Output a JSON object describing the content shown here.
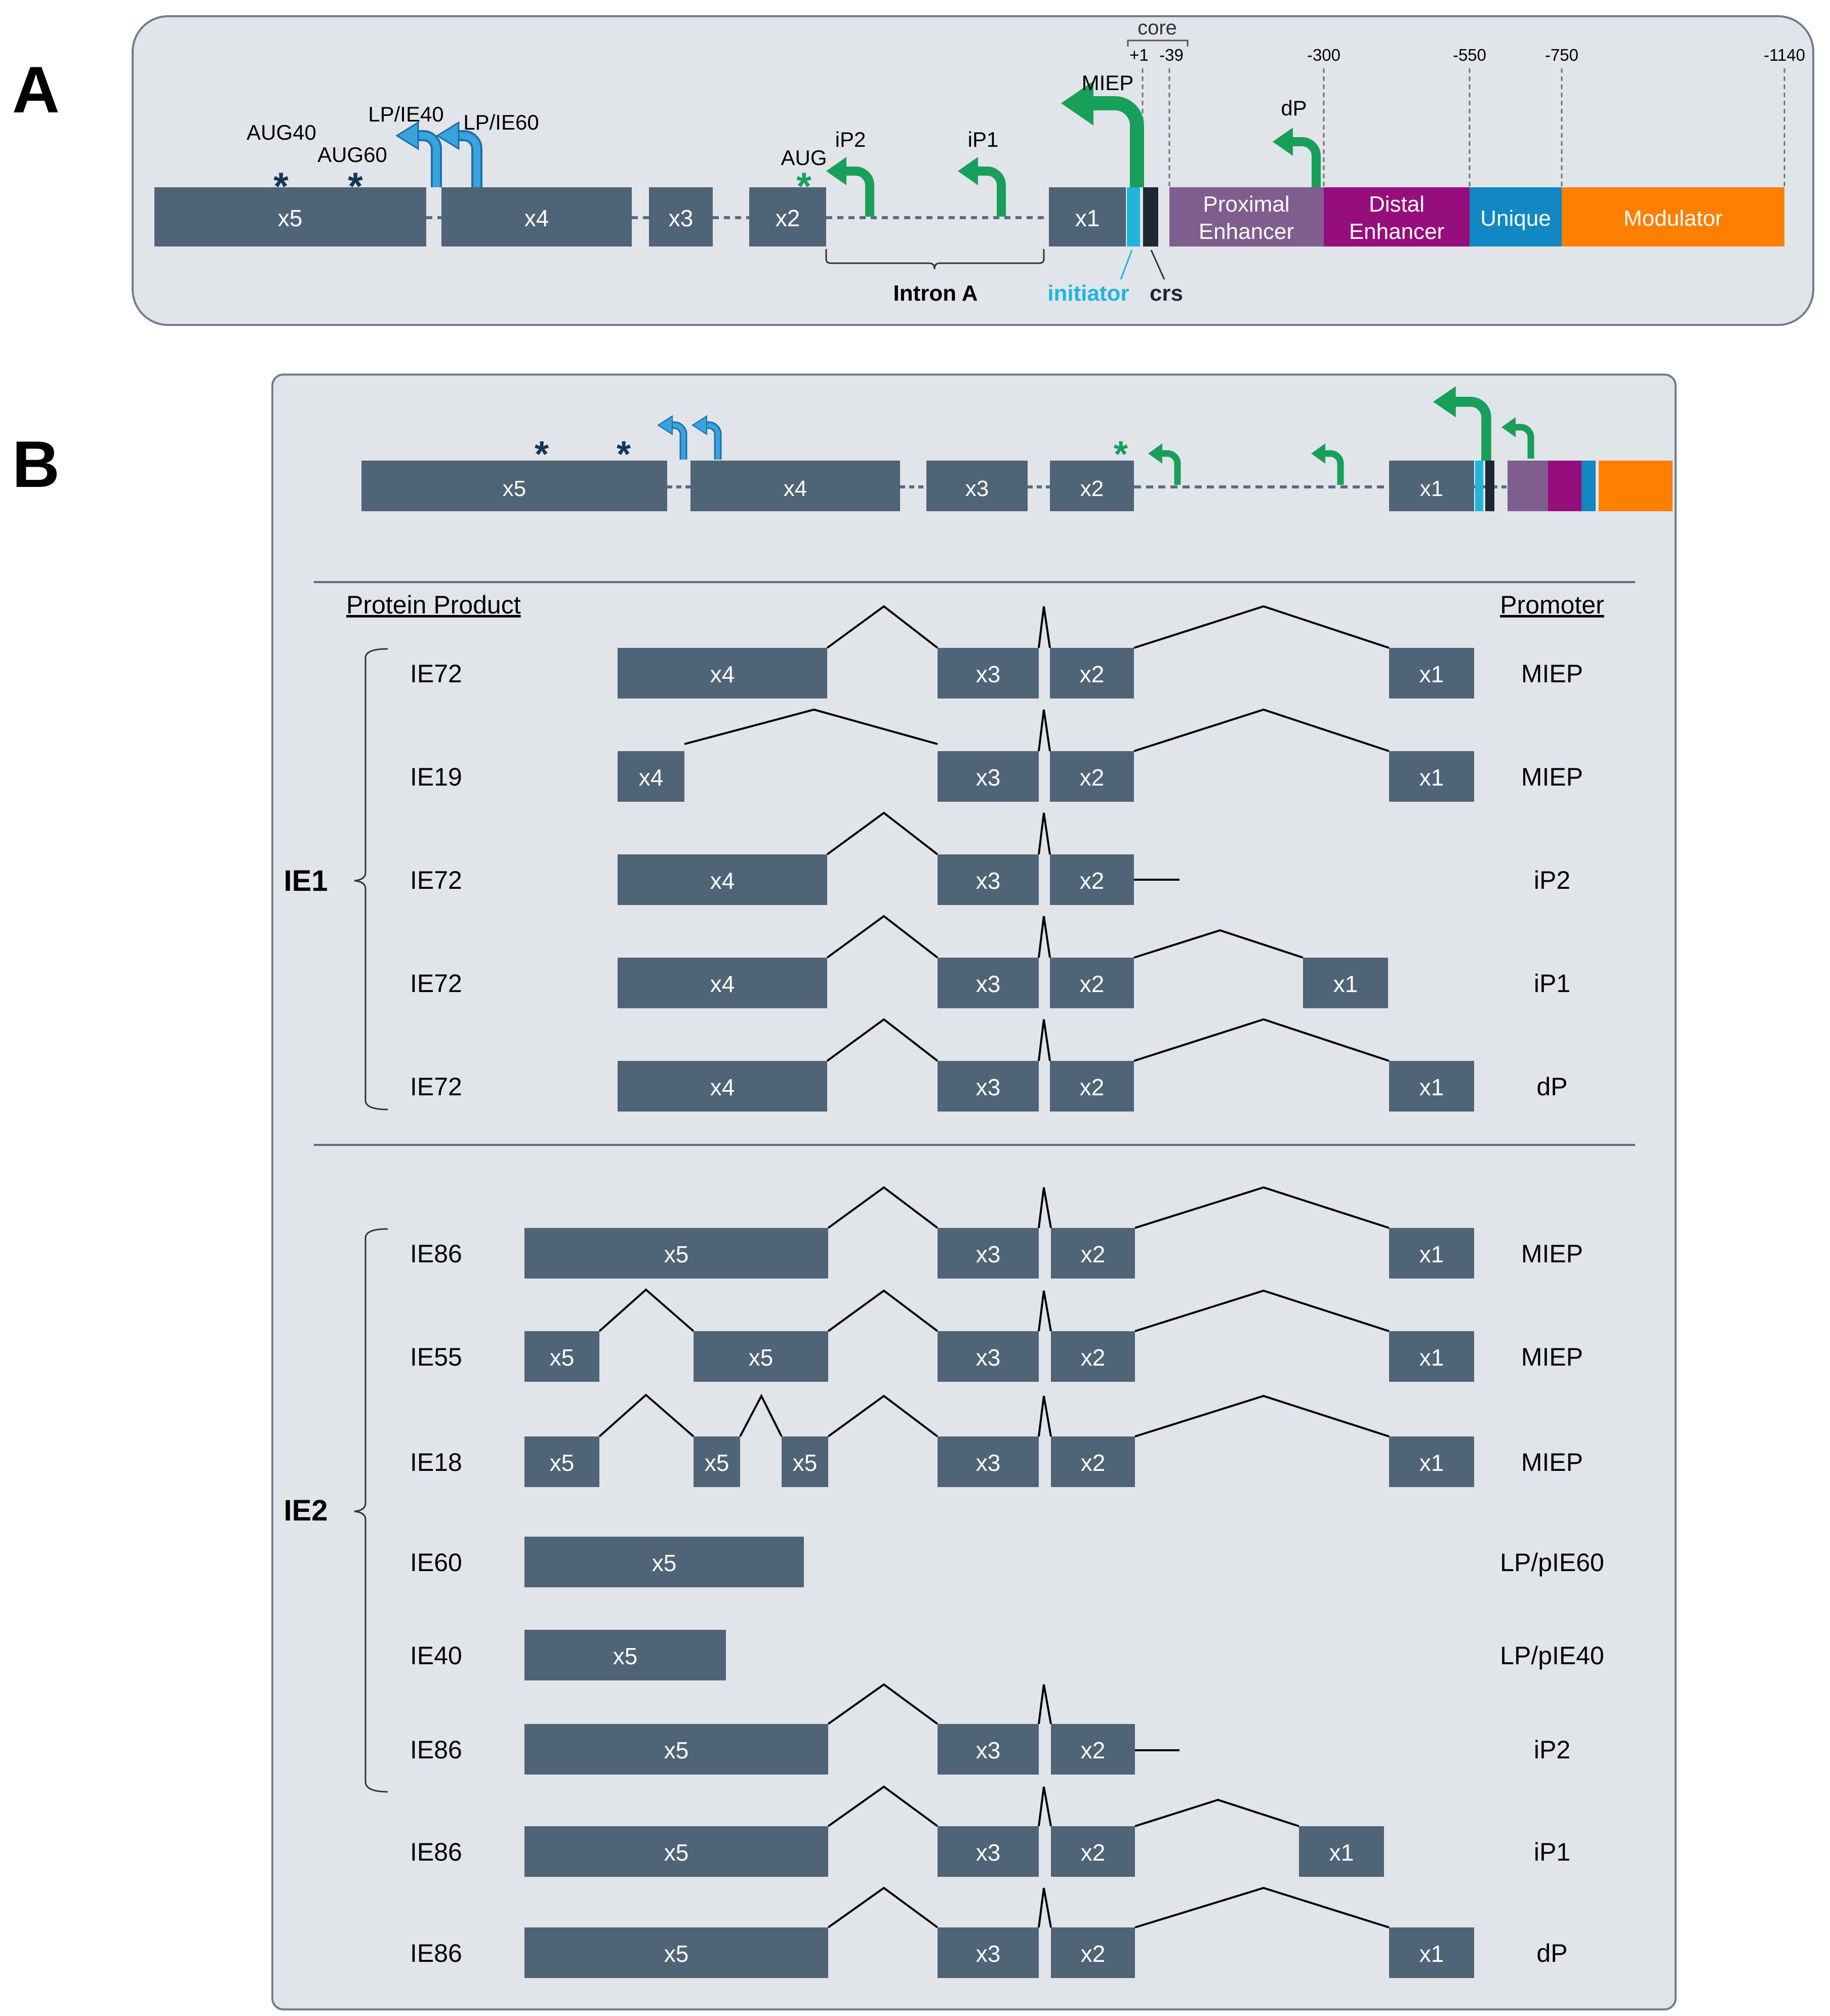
{
  "panel_a": {
    "label": "A",
    "exons": [
      {
        "name": "exon-x5",
        "label": "x5"
      },
      {
        "name": "exon-x4",
        "label": "x4"
      },
      {
        "name": "exon-x3",
        "label": "x3"
      },
      {
        "name": "exon-x2",
        "label": "x2"
      },
      {
        "name": "exon-x1",
        "label": "x1"
      }
    ],
    "regions": [
      {
        "name": "proximal-enhancer",
        "line1": "Proximal",
        "line2": "Enhancer",
        "color": "#7f5d8e"
      },
      {
        "name": "distal-enhancer",
        "line1": "Distal",
        "line2": "Enhancer",
        "color": "#960d7c"
      },
      {
        "name": "unique",
        "line1": "Unique",
        "line2": "",
        "color": "#1188c4"
      },
      {
        "name": "modulator",
        "line1": "Modulator",
        "line2": "",
        "color": "#ff8000"
      }
    ],
    "positions": [
      "+1",
      "-39",
      "-300",
      "-550",
      "-750",
      "-1140"
    ],
    "core_label": "core",
    "promoters": {
      "miep": "MIEP",
      "dp": "dP",
      "ip1": "iP1",
      "ip2": "iP2",
      "lp40": "LP/IE40",
      "lp60": "LP/IE60"
    },
    "aug": {
      "aug40": "AUG40",
      "aug60": "AUG60",
      "aug": "AUG"
    },
    "intron_label": "Intron A",
    "initiator_label": "initiator",
    "crs_label": "crs"
  },
  "panel_b": {
    "label": "B",
    "header_exons": [
      "x5",
      "x4",
      "x3",
      "x2",
      "x1"
    ],
    "col_protein": "Protein Product",
    "col_promoter": "Promoter",
    "group_ie1": "IE1",
    "group_ie2": "IE2",
    "ie1_rows": [
      {
        "product": "IE72",
        "promoter": "MIEP"
      },
      {
        "product": "IE19",
        "promoter": "MIEP"
      },
      {
        "product": "IE72",
        "promoter": "iP2"
      },
      {
        "product": "IE72",
        "promoter": "iP1"
      },
      {
        "product": "IE72",
        "promoter": "dP"
      }
    ],
    "ie2_rows": [
      {
        "product": "IE86",
        "promoter": "MIEP"
      },
      {
        "product": "IE55",
        "promoter": "MIEP"
      },
      {
        "product": "IE18",
        "promoter": "MIEP"
      },
      {
        "product": "IE60",
        "promoter": "LP/pIE60"
      },
      {
        "product": "IE40",
        "promoter": "LP/pIE40"
      },
      {
        "product": "IE86",
        "promoter": "iP2"
      },
      {
        "product": "IE86",
        "promoter": "iP1"
      },
      {
        "product": "IE86",
        "promoter": "dP"
      }
    ]
  },
  "colors": {
    "exon": "#506478",
    "panel_bg": "#e1e4e9",
    "arrow_green": "#18a05a",
    "arrow_blue": "#3aa2dc",
    "initiator": "#20b6dc",
    "crs": "#1d2735",
    "star_navy": "#14345a",
    "star_green": "#18a05a"
  },
  "icons": {
    "promoter_arrow": "bent-arrow-icon",
    "start_codon": "asterisk-icon",
    "group_bracket": "brace-icon"
  }
}
